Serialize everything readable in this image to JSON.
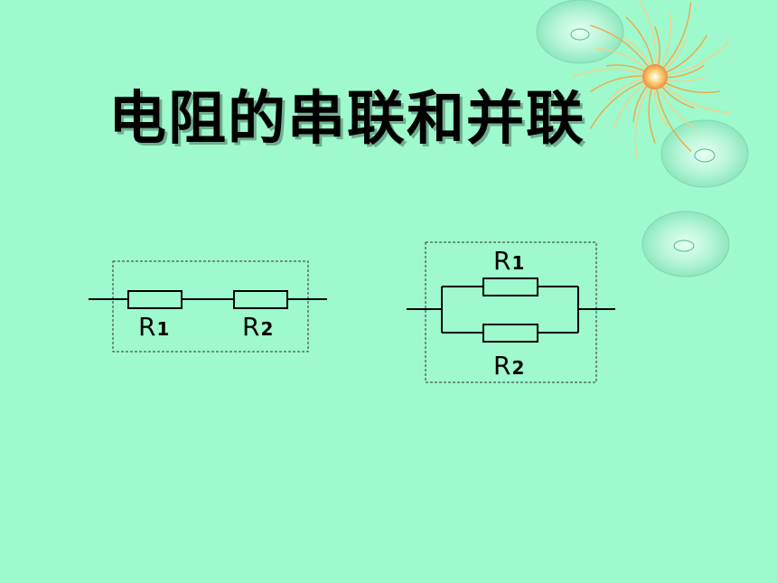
{
  "slide": {
    "title": "电阻的串联和并联"
  },
  "series_circuit": {
    "r1_letter": "R",
    "r1_sub": "1",
    "r2_letter": "R",
    "r2_sub": "2"
  },
  "parallel_circuit": {
    "r1_letter": "R",
    "r1_sub": "1",
    "r2_letter": "R",
    "r2_sub": "2"
  },
  "colors": {
    "background": "#9ef9cd",
    "wire": "#000000",
    "decor_flower": "#f6a540"
  }
}
